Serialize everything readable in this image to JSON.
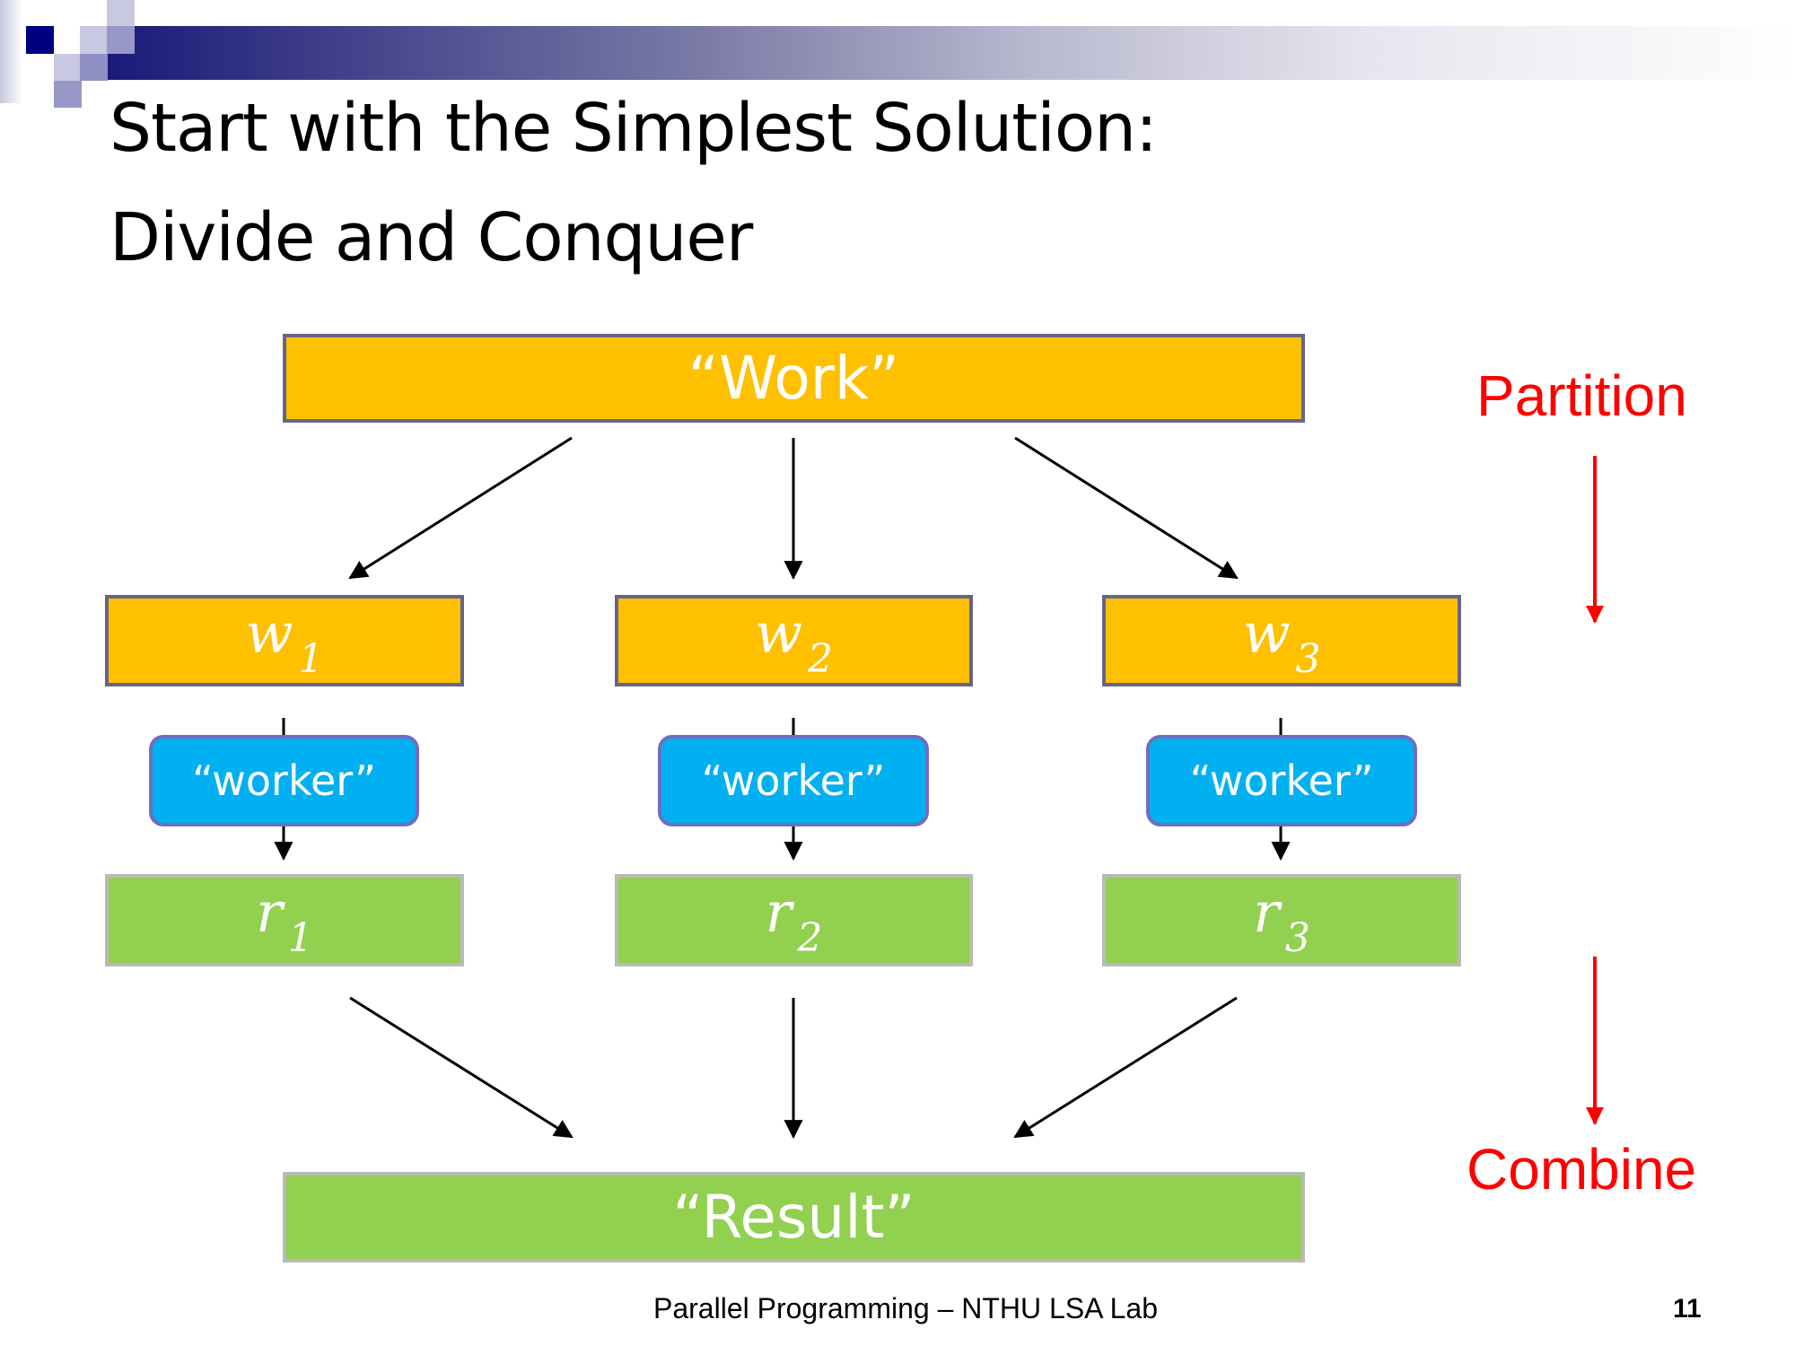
{
  "slide": {
    "title_line1": "Start with the Simplest Solution:",
    "title_line2": "Divide and Conquer",
    "footer": "Parallel Programming – NTHU LSA Lab",
    "page_number": "11"
  },
  "diagram": {
    "work_label": "“Work”",
    "result_label": "“Result”",
    "partitions": [
      {
        "w_var": "w",
        "w_sub": "1",
        "worker_label": "“worker”",
        "r_var": "r",
        "r_sub": "1"
      },
      {
        "w_var": "w",
        "w_sub": "2",
        "worker_label": "“worker”",
        "r_var": "r",
        "r_sub": "2"
      },
      {
        "w_var": "w",
        "w_sub": "3",
        "worker_label": "“worker”",
        "r_var": "r",
        "r_sub": "3"
      }
    ],
    "side_labels": {
      "partition": "Partition",
      "combine": "Combine"
    }
  },
  "colors": {
    "work_fill": "#ffc000",
    "work_border": "#65658a",
    "worker_fill": "#00b0f0",
    "worker_border": "#6e6ec0",
    "result_fill": "#92d050",
    "result_border": "#b9b9b9",
    "accent_red": "#ff0000",
    "banner_navy": "#000080"
  }
}
